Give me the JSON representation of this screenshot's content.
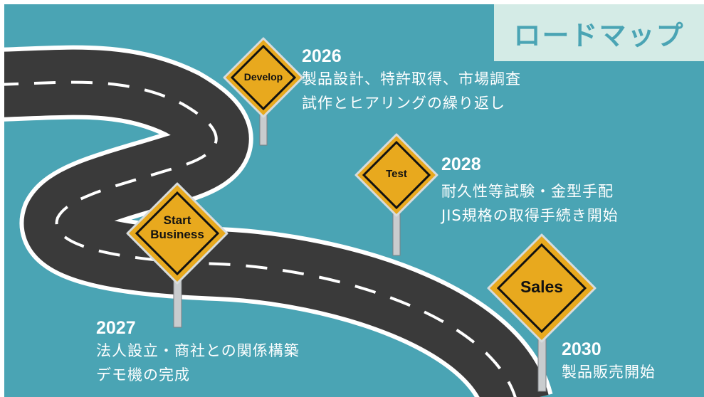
{
  "title": "ロードマップ",
  "colors": {
    "background": "#4aa4b4",
    "title_box": "#d4ebe6",
    "sign_fill": "#e8a91e",
    "road": "#3a3a3a",
    "road_marking": "#ffffff"
  },
  "signs": [
    {
      "id": "develop",
      "label_lines": [
        "Develop"
      ]
    },
    {
      "id": "start",
      "label_lines": [
        "Start",
        "Business"
      ]
    },
    {
      "id": "test",
      "label_lines": [
        "Test"
      ]
    },
    {
      "id": "sales",
      "label_lines": [
        "Sales"
      ]
    }
  ],
  "milestones": [
    {
      "year": "2026",
      "lines": [
        "製品設計、特許取得、市場調査",
        "試作とヒアリングの繰り返し"
      ]
    },
    {
      "year": "2027",
      "lines": [
        "法人設立・商社との関係構築",
        "デモ機の完成"
      ]
    },
    {
      "year": "2028",
      "lines": [
        "耐久性等試験・金型手配",
        "JIS規格の取得手続き開始"
      ]
    },
    {
      "year": "2030",
      "lines": [
        "製品販売開始"
      ]
    }
  ]
}
